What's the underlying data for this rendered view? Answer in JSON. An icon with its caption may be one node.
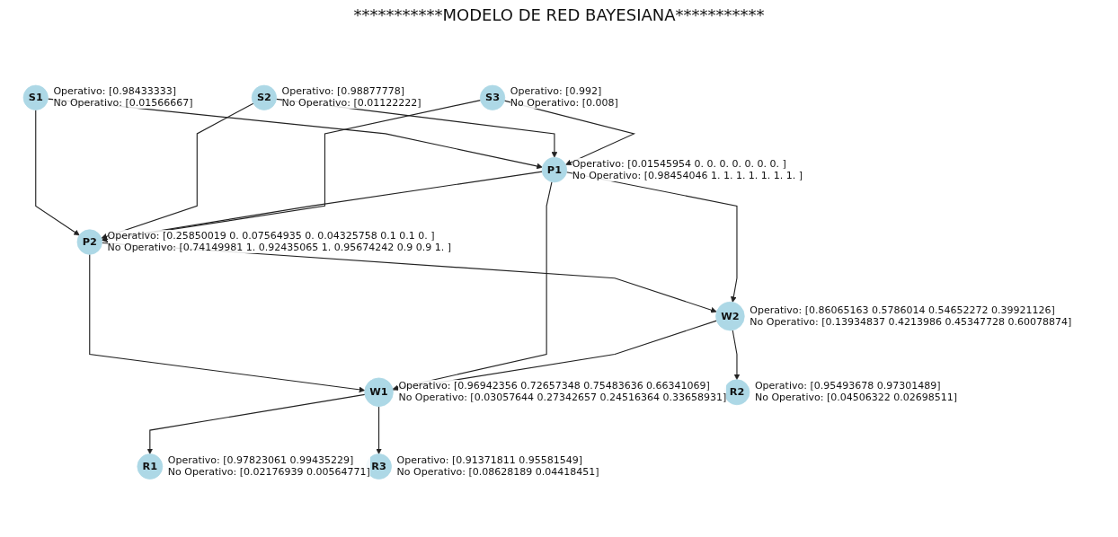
{
  "diagram": {
    "title": "***********MODELO DE RED BAYESIANA***********",
    "nodes": [
      {
        "text": [
          "S1"
        ],
        "beside": [
          "Operativo: [0.98433333]",
          "No Operativo: [0.01566667]"
        ]
      },
      {
        "text": [
          "P2"
        ],
        "beside": [
          "Operativo: [0.25850019 0. 0.07564935 0. 0.04325758 0.1 0.1 0. ]",
          "No Operativo: [0.74149981 1. 0.92435065 1. 0.95674242 0.9 0.9 1. ]"
        ]
      },
      {
        "text": [
          "P1"
        ],
        "beside": [
          "Operativo: [0.01545954 0. 0. 0. 0. 0. 0. 0. ]",
          "No Operativo: [0.98454046 1. 1. 1. 1. 1. 1. 1. ]"
        ]
      },
      {
        "text": [
          "S2"
        ],
        "beside": [
          "Operativo: [0.98877778]",
          "No Operativo: [0.01122222]"
        ]
      },
      {
        "text": [
          "W2"
        ],
        "beside": [
          "Operativo: [0.86065163 0.5786014 0.54652272 0.39921126]",
          "No Operativo: [0.13934837 0.4213986 0.45347728 0.60078874]"
        ]
      },
      {
        "text": [
          "S3"
        ],
        "beside": [
          "Operativo: [0.992]",
          "No Operativo: [0.008]"
        ]
      },
      {
        "text": [
          "R1"
        ],
        "beside": [
          "Operativo: [0.97823061 0.99435229]",
          "No Operativo: [0.02176939 0.00564771]"
        ]
      },
      {
        "text": [
          "W1"
        ],
        "beside": [
          "Operativo: [0.96942356 0.72657348 0.75483636 0.66341069]",
          "No Operativo: [0.03057644 0.27342657 0.24516364 0.33658931]"
        ]
      },
      {
        "text": [
          "R2"
        ],
        "beside": [
          "Operativo: [0.95493678 0.97301489]",
          "No Operativo: [0.04506322 0.02698511]"
        ]
      },
      {
        "text": [
          "R3"
        ],
        "beside": [
          "Operativo: [0.91371811 0.95581549]",
          "No Operativo: [0.08628189 0.04418451]"
        ]
      }
    ],
    "edges": [
      {
        "from": 0,
        "to": 1,
        "arrow": "to"
      },
      {
        "from": 0,
        "to": 2,
        "arrow": "to"
      },
      {
        "from": 3,
        "to": 2,
        "arrow": "to"
      },
      {
        "from": 3,
        "to": 1,
        "arrow": "to"
      },
      {
        "from": 2,
        "to": 1,
        "arrow": "to"
      },
      {
        "from": 5,
        "to": 1,
        "arrow": "to"
      },
      {
        "from": 5,
        "to": 2,
        "arrow": "to"
      },
      {
        "from": 1,
        "to": 4,
        "arrow": "to"
      },
      {
        "from": 2,
        "to": 4,
        "arrow": "to"
      },
      {
        "from": 1,
        "to": 7,
        "arrow": "to"
      },
      {
        "from": 2,
        "to": 7,
        "arrow": "to"
      },
      {
        "from": 4,
        "to": 7,
        "arrow": "none"
      },
      {
        "from": 7,
        "to": 6,
        "arrow": "to"
      },
      {
        "from": 4,
        "to": 8,
        "arrow": "to"
      },
      {
        "from": 7,
        "to": 9,
        "arrow": "to"
      }
    ]
  }
}
